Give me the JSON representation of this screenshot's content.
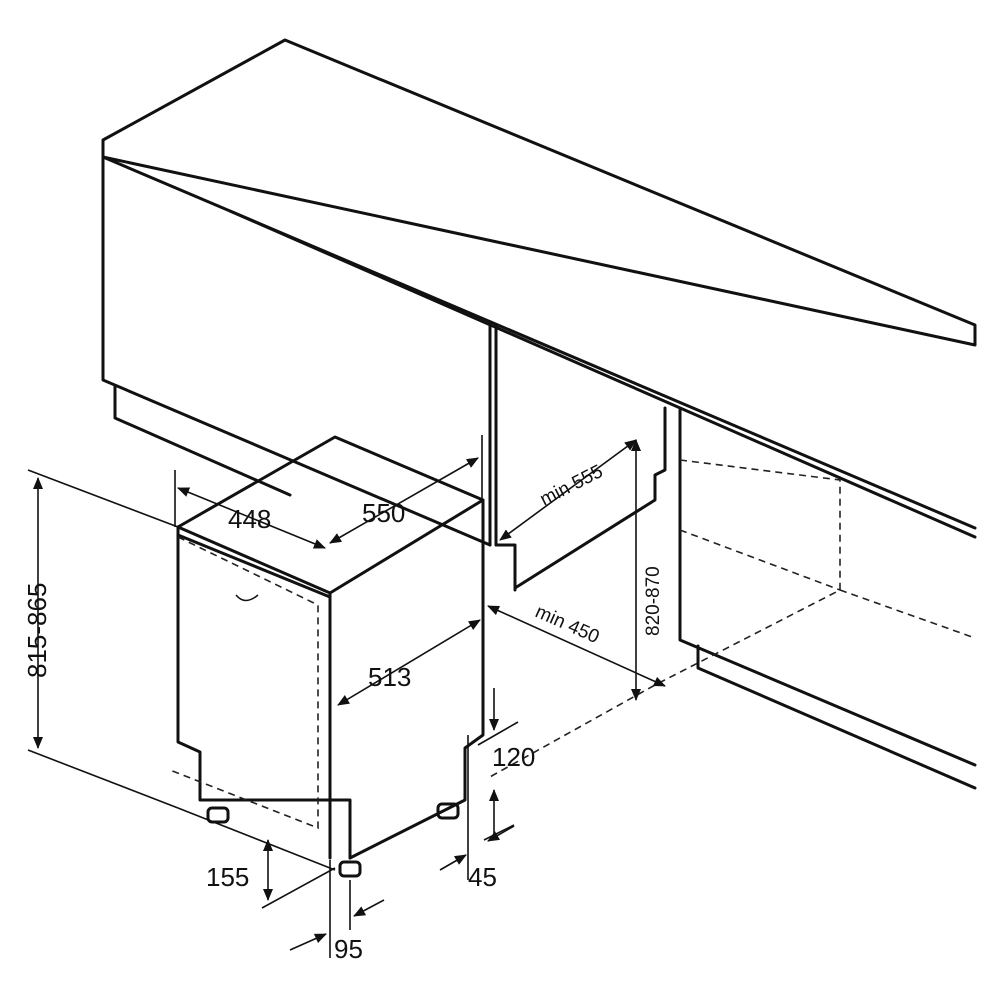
{
  "labels": {
    "width": "448",
    "depth": "550",
    "inner_depth": "513",
    "height": "815-865",
    "niche_height": "820-870",
    "niche_depth": "min 555",
    "niche_width": "min 450",
    "plinth_height": "120",
    "foot_setback": "155",
    "plinth_depth": "95",
    "foot_height": "45"
  }
}
